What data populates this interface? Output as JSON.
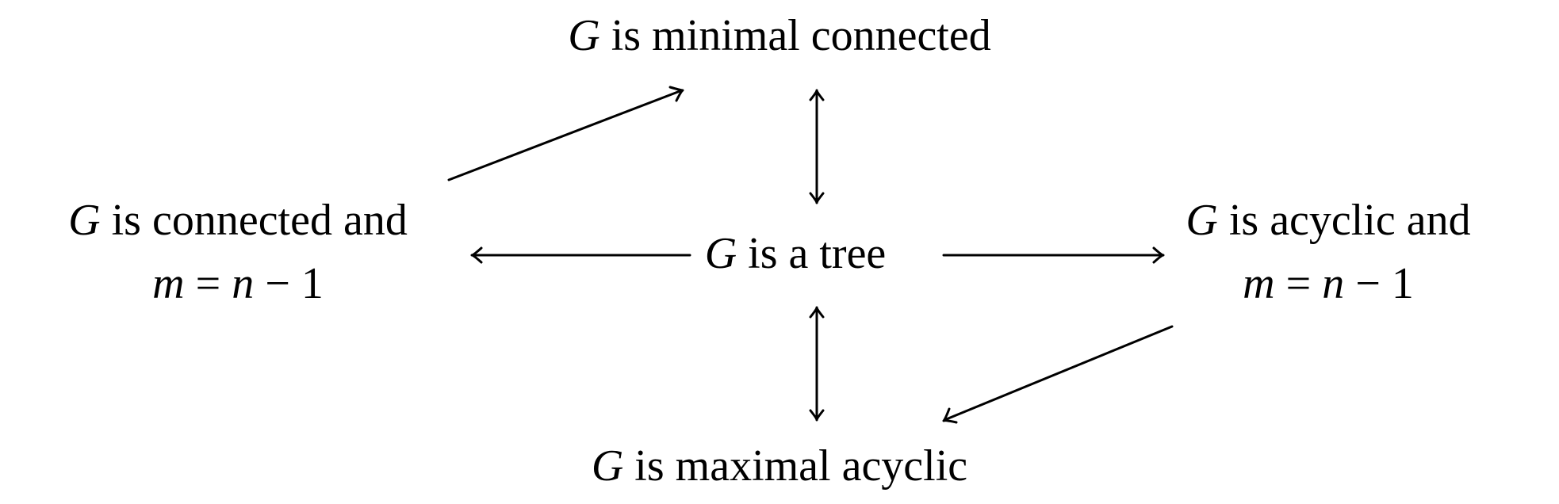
{
  "nodes": {
    "top": {
      "subject": "G",
      "text": " is minimal connected"
    },
    "center": {
      "subject": "G",
      "text": " is a tree"
    },
    "bottom": {
      "subject": "G",
      "text": " is maximal acyclic"
    },
    "left": {
      "subject": "G",
      "text": " is connected and",
      "eq_lhs": "m",
      "eq_op": " = ",
      "eq_var": "n",
      "eq_minus": " − ",
      "eq_const": "1"
    },
    "right": {
      "subject": "G",
      "text": " is acyclic and",
      "eq_lhs": "m",
      "eq_op": " = ",
      "eq_var": "n",
      "eq_minus": " − ",
      "eq_const": "1"
    }
  },
  "colors": {
    "stroke": "#000000",
    "background": "#ffffff"
  }
}
